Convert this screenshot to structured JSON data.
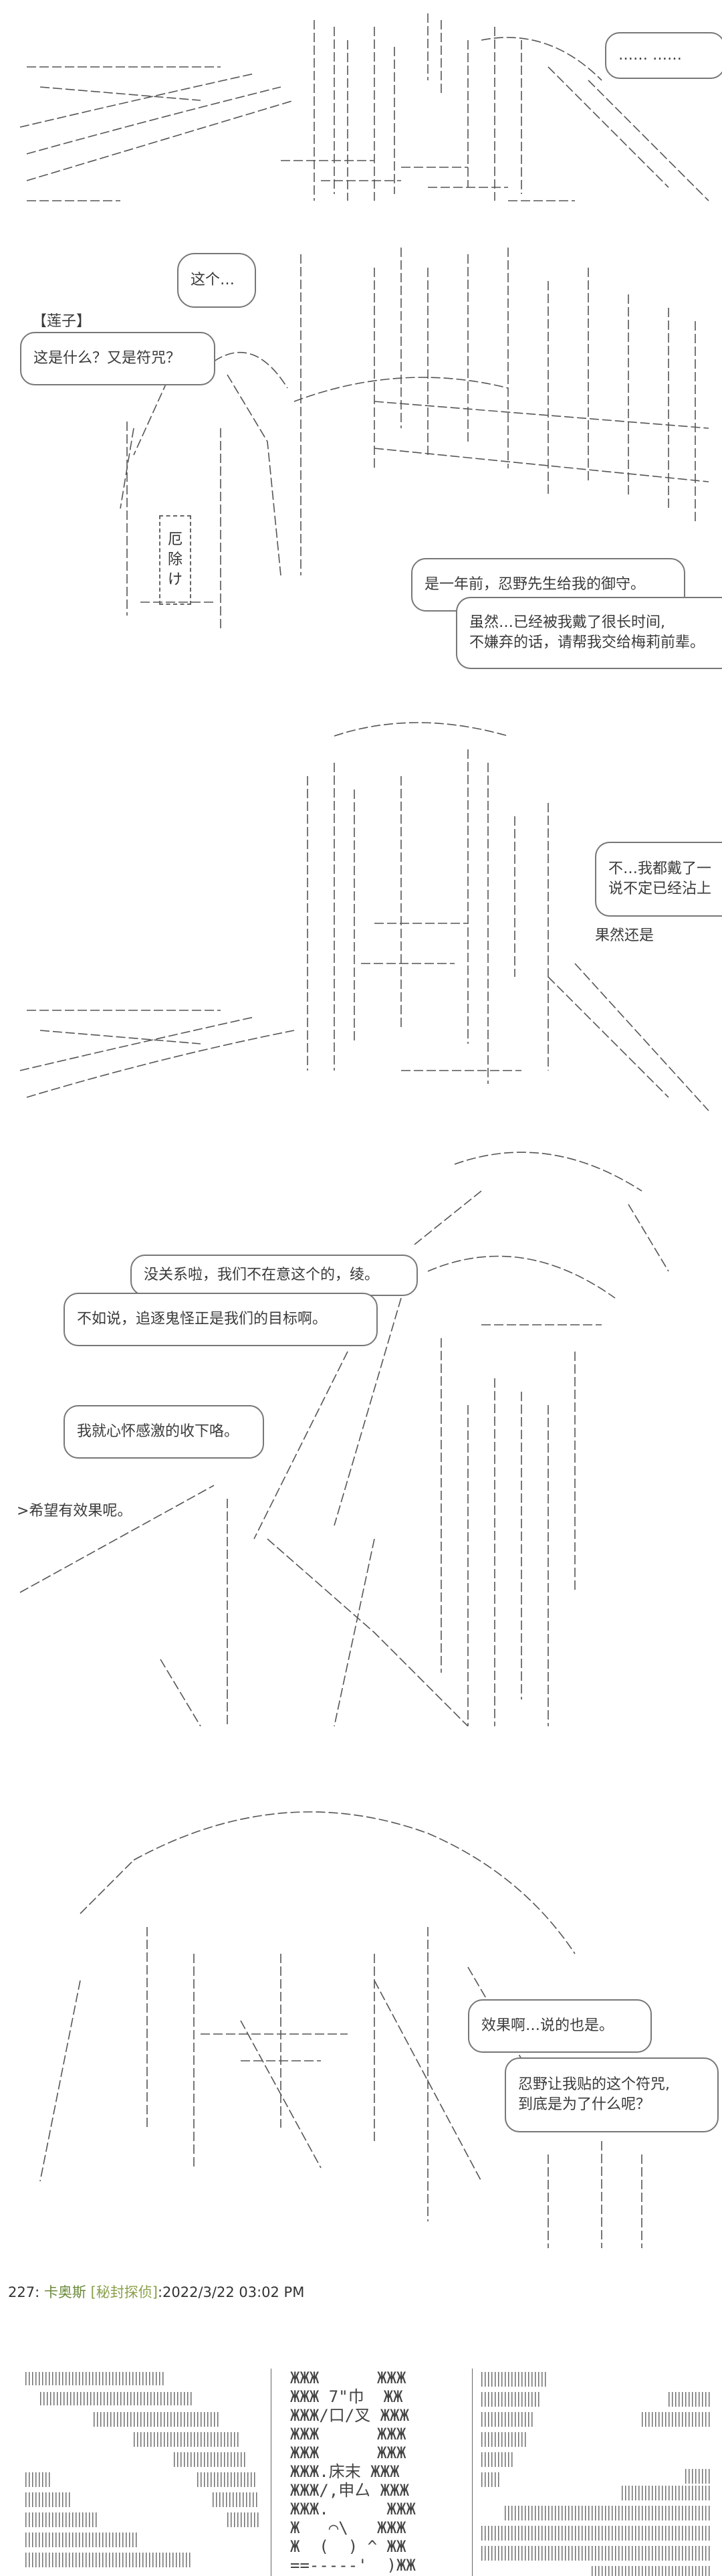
{
  "panel1": {
    "bubble_ellipsis": "……  ……"
  },
  "panel2": {
    "bubble_this": "这个…",
    "speaker": "【莲子】",
    "bubble_what": "这是什么？又是符咒？",
    "charm_chars": [
      "厄",
      "除",
      "け"
    ],
    "bubble_year": "是一年前，忍野先生给我的御守。",
    "bubble_although": [
      "虽然…已经被我戴了很长时间,",
      "不嫌弃的话，请帮我交给梅莉前辈。"
    ]
  },
  "panel3": {
    "bubble_no": [
      "不…我都戴了一",
      "说不定已经沾上"
    ],
    "text_as_expected": "果然还是"
  },
  "panel4": {
    "bubble_ok": "没关系啦，我们不在意这个的，绫。",
    "bubble_rather": "不如说，追逐鬼怪正是我们的目标啊。",
    "bubble_accept": "我就心怀感激的收下咯。",
    "text_hope": ">希望有效果呢。"
  },
  "panel5": {
    "bubble_effect": "效果啊…说的也是。",
    "bubble_why": [
      "忍野让我贴的这个符咒,",
      "到底是为了什么呢？"
    ]
  },
  "post_header": {
    "number": "227:",
    "name": "卡奥斯",
    "trip": "[秘封探侦]",
    "timestamp": ":2022/3/22 03:02 PM"
  },
  "panel6": {
    "charm_art_rows": [
      "ЖЖЖ      ЖЖЖ",
      "ЖЖЖ 7\"巾  ЖЖ",
      "ЖЖЖ/口/叉 ЖЖЖ",
      "ЖЖЖ      ЖЖЖ",
      "ЖЖЖ      ЖЖЖ",
      "ЖЖЖ.床末 ЖЖЖ",
      "ЖЖЖ/,申厶 ЖЖЖ",
      "ЖЖЖ.      ЖЖЖ",
      "Ж   ⌒\\   ЖЖЖ",
      "Ж  (  ) ^ ЖЖ",
      "==----‐'  )ЖЖ"
    ]
  }
}
